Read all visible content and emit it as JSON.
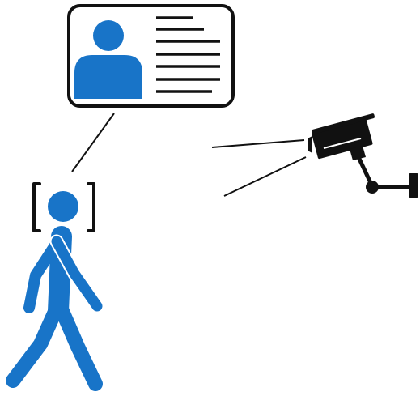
{
  "diagram": {
    "concept": "",
    "elements": [
      {
        "id": "id-card",
        "icon": "id-card-icon"
      },
      {
        "id": "walking-person",
        "icon": "walking-person-icon"
      },
      {
        "id": "face-detection-frame",
        "icon": "bracket-frame-icon"
      },
      {
        "id": "security-camera",
        "icon": "cctv-camera-icon"
      }
    ],
    "colors": {
      "figure_blue": "#1874c8",
      "outline_black": "#111111",
      "background": "#ffffff"
    }
  }
}
